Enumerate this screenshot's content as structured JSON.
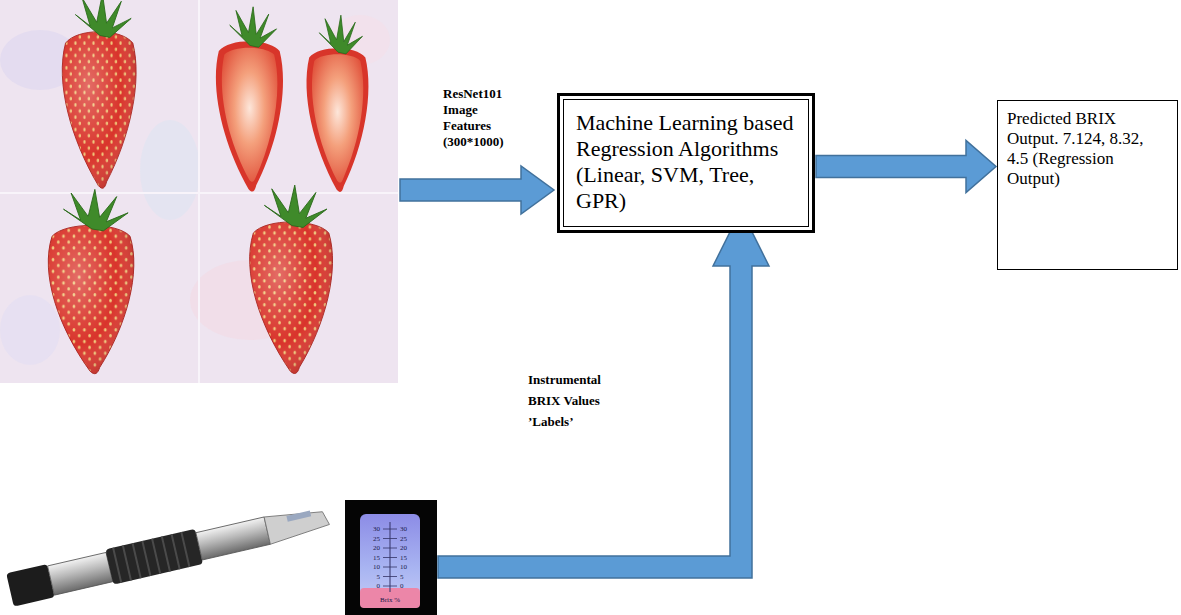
{
  "diagram": {
    "nodes": [
      {
        "text": [
          "Machine Learning based Regression Algorithms (Linear, SVM, Tree, GPR)"
        ]
      },
      {
        "text": [
          "Predicted BRIX Output. 7.124, 8.32, 4.5 (Regression Output)"
        ]
      }
    ],
    "edges": [
      {
        "from": 0,
        "to": 1,
        "arrow": "to"
      }
    ],
    "labels": [
      "ResNet101 Image Features (300*1000)",
      "Instrumental BRIX Values ’Labels’",
      "30",
      "25",
      "20",
      "15",
      "10",
      "5",
      "0",
      "30",
      "25",
      "20",
      "15",
      "10",
      "5",
      "0",
      "Brix %"
    ]
  }
}
